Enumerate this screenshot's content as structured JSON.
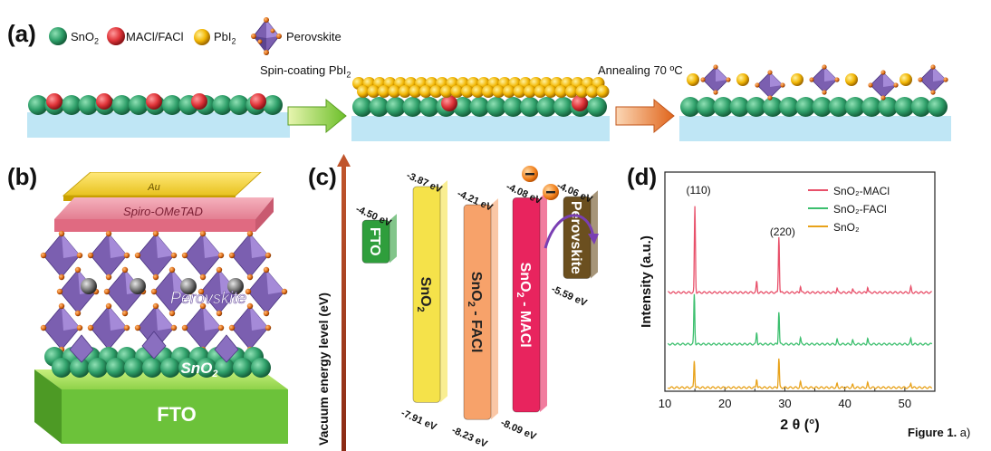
{
  "panel_a": {
    "label": "(a)",
    "legend": {
      "sno2": "SnO",
      "sno2_sub": "2",
      "maclfacl": "MACl/FACl",
      "pbi2": "PbI",
      "pbi2_sub": "2",
      "perovskite": "Perovskite"
    },
    "step1": "Spin-coating PbI",
    "step1_sub": "2",
    "step2": "Annealing 70 ºC",
    "colors": {
      "sno2": "#2fa06a",
      "macl": "#e0353a",
      "pbi2": "#f2b705",
      "perovskite": "#7b5fb0",
      "substrate": "#bfe6f5"
    }
  },
  "panel_b": {
    "label": "(b)",
    "layers": {
      "au": "Au",
      "spiro": "Spiro-OMeTAD",
      "perovskite": "Perovskite",
      "sno2": "SnO",
      "sno2_sub": "2",
      "fto": "FTO"
    }
  },
  "panel_c": {
    "label": "(c)",
    "axis_label": "Vacuum energy level (eV)",
    "bars": [
      {
        "name": "FTO",
        "color": "#2f9e3c",
        "top": "-4.50 eV",
        "bottom": ""
      },
      {
        "name": "SnO",
        "sub": "2",
        "color": "#f5e24a",
        "top": "-3.87 eV",
        "bottom": "-7.91 eV"
      },
      {
        "name": "SnO",
        "sub": "2",
        "suffix": " - FACl",
        "color": "#f7a26a",
        "top": "-4.21 eV",
        "bottom": "-8.23 eV"
      },
      {
        "name": "SnO",
        "sub": "2",
        "suffix": " - MACl",
        "color": "#e8245e",
        "top": "-4.08 eV",
        "bottom": "-8.09 eV"
      },
      {
        "name": "Perovskite",
        "color": "#6b4f1f",
        "top": "-4.06 eV",
        "bottom": "-5.59 eV"
      }
    ]
  },
  "panel_d": {
    "label": "(d)"
  },
  "chart_data": {
    "type": "line",
    "xlabel": "2 θ (°)",
    "ylabel": "Intensity (a.u.)",
    "xlim": [
      10,
      55
    ],
    "xticks": [
      10,
      20,
      30,
      40,
      50
    ],
    "annotations": [
      "(110)",
      "(220)"
    ],
    "annotation_x": [
      15.0,
      29.0
    ],
    "series": [
      {
        "name": "SnO2-MACl",
        "color": "#e8506a",
        "peaks": [
          [
            15.0,
            0.95
          ],
          [
            25.3,
            0.12
          ],
          [
            29.0,
            0.62
          ],
          [
            32.6,
            0.07
          ],
          [
            38.7,
            0.05
          ],
          [
            41.3,
            0.04
          ],
          [
            43.8,
            0.06
          ],
          [
            51.0,
            0.06
          ]
        ]
      },
      {
        "name": "SnO2-FACl",
        "color": "#3cbf6e",
        "peaks": [
          [
            14.9,
            0.55
          ],
          [
            25.3,
            0.13
          ],
          [
            29.0,
            0.36
          ],
          [
            32.6,
            0.07
          ],
          [
            38.7,
            0.05
          ],
          [
            41.3,
            0.04
          ],
          [
            43.8,
            0.06
          ],
          [
            51.0,
            0.06
          ]
        ]
      },
      {
        "name": "SnO2",
        "color": "#e8a21a",
        "peaks": [
          [
            14.9,
            0.3
          ],
          [
            25.3,
            0.1
          ],
          [
            29.0,
            0.32
          ],
          [
            32.6,
            0.06
          ],
          [
            38.7,
            0.04
          ],
          [
            41.3,
            0.03
          ],
          [
            43.8,
            0.05
          ],
          [
            51.0,
            0.05
          ]
        ]
      }
    ],
    "legend": [
      "SnO₂-MACl",
      "SnO₂-FACl",
      "SnO₂"
    ],
    "legend_position": "top-right"
  },
  "caption": {
    "bold": "Figure 1.",
    "rest": " a)"
  }
}
